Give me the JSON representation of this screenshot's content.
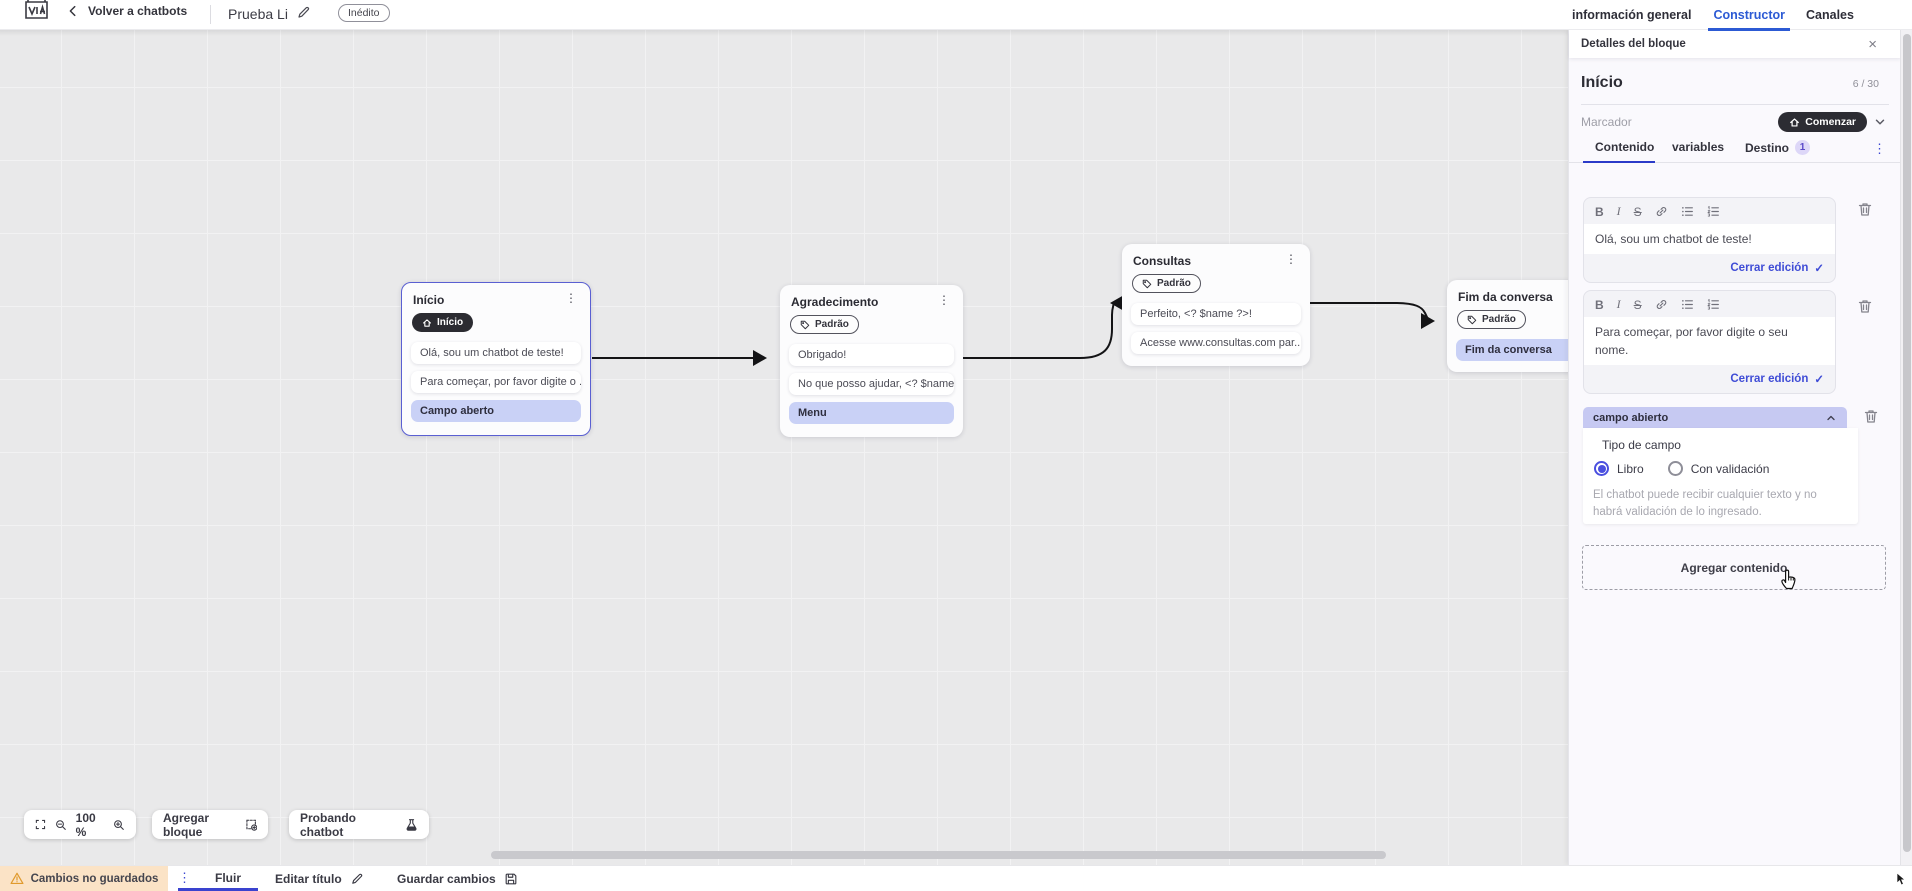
{
  "topbar": {
    "back_label": "Volver a chatbots",
    "title": "Prueba Li",
    "status_badge": "Inédito",
    "tabs": [
      {
        "label": "información general",
        "active": false
      },
      {
        "label": "Constructor",
        "active": true
      },
      {
        "label": "Canales",
        "active": false
      }
    ]
  },
  "canvas": {
    "controls": {
      "zoom_level": "100 %",
      "add_block_label": "Agregar bloque",
      "test_label": "Probando chatbot"
    },
    "nodes": [
      {
        "title": "Início",
        "badge": "Início",
        "items": [
          {
            "text": "Olá, sou um chatbot de teste!",
            "highlight": false
          },
          {
            "text": "Para começar, por favor digite o ...",
            "highlight": false
          },
          {
            "text": "Campo aberto",
            "highlight": true
          }
        ]
      },
      {
        "title": "Agradecimento",
        "badge": "Padrão",
        "items": [
          {
            "text": "Obrigado!",
            "highlight": false
          },
          {
            "text": "No que posso ajudar, <? $name ...",
            "highlight": false
          },
          {
            "text": "Menu",
            "highlight": true
          }
        ]
      },
      {
        "title": "Consultas",
        "badge": "Padrão",
        "items": [
          {
            "text": "Perfeito, <? $name ?>!",
            "highlight": false
          },
          {
            "text": "Acesse www.consultas.com par...",
            "highlight": false
          }
        ]
      },
      {
        "title": "Fim da conversa",
        "badge": "Padrão",
        "items": [
          {
            "text": "Fim da conversa",
            "highlight": true
          }
        ]
      }
    ]
  },
  "panel": {
    "header_title": "Detalles del bloque",
    "block_name": "Início",
    "counter": "6 / 30",
    "marker_label": "Marcador",
    "marker_value": "Comenzar",
    "tabs": [
      {
        "label": "Contenido",
        "active": true
      },
      {
        "label": "variables",
        "active": false
      },
      {
        "label": "Destino",
        "active": false,
        "badge": "1"
      }
    ],
    "editors": [
      {
        "text": "Olá, sou um chatbot de teste!",
        "close_label": "Cerrar edición"
      },
      {
        "text": "Para começar, por favor digite o seu nome.",
        "close_label": "Cerrar edición"
      }
    ],
    "field": {
      "header": "campo abierto",
      "type_label": "Tipo de campo",
      "options": [
        {
          "label": "Libro",
          "selected": true
        },
        {
          "label": "Con validación",
          "selected": false
        }
      ],
      "description": "El chatbot puede recibir cualquier texto y no habrá validación de lo ingresado."
    },
    "add_content_label": "Agregar contenido"
  },
  "bottombar": {
    "unsaved_label": "Cambios no guardados",
    "flow_tab": "Fluir",
    "edit_title_label": "Editar título",
    "save_label": "Guardar cambios"
  },
  "icons": {
    "kebab": "⋮",
    "check": "✓",
    "close": "×",
    "bold": "B",
    "italic": "I",
    "strikethrough": "S"
  },
  "colors": {
    "accent_blue": "#2c5ad4",
    "indigo": "#3f4cd6",
    "lavender_header": "#c6c9f2",
    "lavender_item": "#c9d1f6",
    "dark_pill": "#2b2b31",
    "warning_bg": "#fbe3c6",
    "warning_icon": "#e09a2d",
    "canvas_bg": "#e9e9ea"
  }
}
